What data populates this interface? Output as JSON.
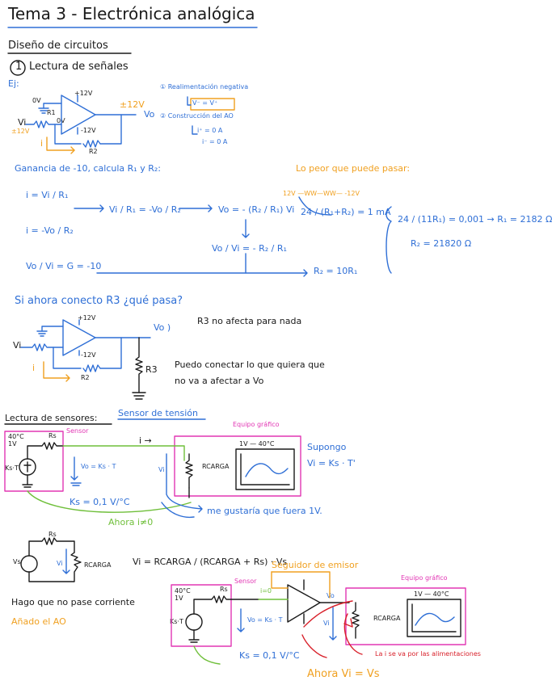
{
  "colors": {
    "ink": "#1a1a1a",
    "blue": "#2f6fd6",
    "orange": "#f0a020",
    "magenta": "#e236b4",
    "green": "#6fbf3a",
    "red": "#d8202a"
  },
  "title": "Tema 3 - Electrónica analógica",
  "section": "Diseño de circuitos",
  "subsection_num": "1",
  "subsection": "Lectura de señales",
  "ej": "Ej:",
  "c1": {
    "vplus": "+12V",
    "vminus": "-12V",
    "zero1": "0V",
    "zero2": "0V",
    "r1": "R1",
    "r2": "R2",
    "vi": "Vi",
    "sat_left": "±12V",
    "i": "i",
    "sat_right": "±12V",
    "vo": "Vo"
  },
  "notes": {
    "n1": "① Realimentación negativa",
    "n1b": "V⁻ = V⁺",
    "n2": "② Construcción del AO",
    "n2b": "i⁺ = 0 A",
    "n2c": "i⁻ = 0 A"
  },
  "gain": {
    "heading": "Ganancia de -10, calcula R₁ y R₂:",
    "eq_i1": "i = Vi / R₁",
    "eq_i2": "i = -Vo / R₂",
    "eq_ratio": "Vi / R₁ = -Vo / R₂",
    "eq_vo": "Vo = - (R₂ / R₁) Vi",
    "eq_g": "Vo / Vi = - R₂ / R₁",
    "eq_G": "Vo / Vi = G = -10",
    "result": "R₂ = 10R₁"
  },
  "worst": {
    "heading": "Lo peor que puede pasar:",
    "chain": "12V —WW—WW— -12V",
    "eq1": "24 / (R₁+R₂) = 1 mA",
    "eq2": "24 / (11R₁) = 0,001 → R₁ = 2182 Ω",
    "eq3": "R₂ = 21820 Ω"
  },
  "r3": {
    "question": "Si ahora conecto R3 ¿qué pasa?",
    "vo": "Vo )",
    "label": "R3",
    "a1": "R3 no afecta para nada",
    "a2": "Puedo conectar lo que quiera que",
    "a3": "no va a afectar a Vo",
    "i": "i"
  },
  "sensors": {
    "heading": "Lectura de sensores:",
    "heading2": "Sensor de tensión",
    "sensor_label": "Sensor",
    "eq_label": "Equipo gráfico",
    "temp": "40°C",
    "onev": "1V",
    "src": "Ks·T",
    "rs": "Rs",
    "iarrow": "i →",
    "vo_eq": "Vo = Ks · T",
    "vi": "Vi",
    "rcarga": "RCARGA",
    "scale": "1V — 40°C",
    "supongo": "Supongo",
    "supongo_eq": "Vi = Ks · T'",
    "ks": "Ks = 0,1 V/°C",
    "gustaria": "me gustaría que fuera 1V.",
    "ahora": "Ahora i≠0"
  },
  "divider": {
    "rs": "Rs",
    "vs": "Vs",
    "vi": "Vi",
    "rcarga": "RCARGA",
    "eq": "Vi = RCARGA / (RCARGA + Rs) · Vs",
    "note1": "Hago que no pase corriente",
    "note2": "Añado el AO"
  },
  "follower": {
    "title": "Seguidor de emisor",
    "sensor": "Sensor",
    "eq_label": "Equipo gráfico",
    "temp": "40°C",
    "onev": "1V",
    "src": "Ks·T",
    "rs": "Rs",
    "izero": "i=0",
    "vo_eq": "Vo = Ks · T",
    "vo": "Vo",
    "vi": "Vi",
    "rcarga": "RCARGA",
    "scale": "1V — 40°C",
    "ks": "Ks = 0,1 V/°C",
    "red_note": "La i se va por las alimentaciones",
    "ahora": "Ahora Vi = Vs"
  }
}
